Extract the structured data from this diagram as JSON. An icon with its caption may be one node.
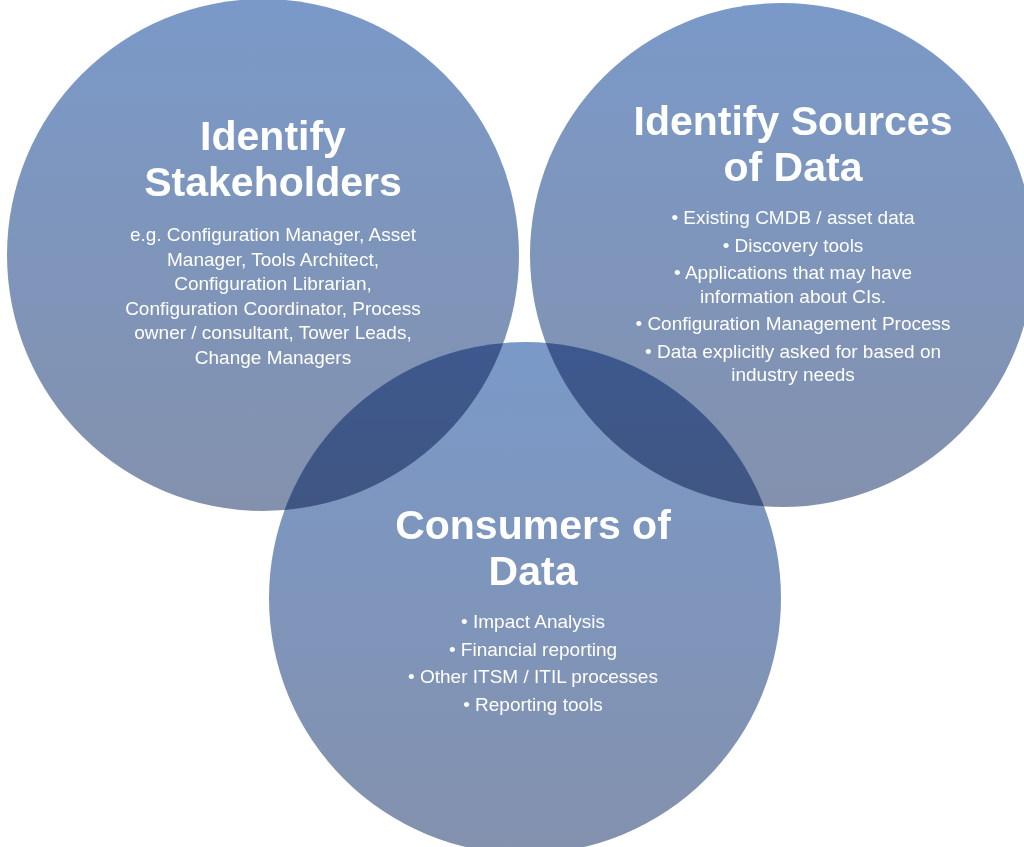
{
  "diagram": {
    "nodes": [
      {
        "text": [
          "Identify Stakeholders",
          "e.g. Configuration Manager, Asset Manager, Tools Architect, Configuration Librarian, Configuration Coordinator, Process owner / consultant, Tower Leads, Change Managers"
        ]
      },
      {
        "text": [
          "Identify Sources of Data",
          "• Existing CMDB / asset data",
          "• Discovery tools",
          "• Applications that may have information about CIs.",
          "• Configuration Management Process",
          "• Data explicitly asked for based on industry needs"
        ]
      },
      {
        "text": [
          "Consumers of Data",
          "• Impact Analysis",
          "• Financial reporting",
          "• Other ITSM / ITIL processes",
          "• Reporting tools"
        ]
      }
    ]
  }
}
